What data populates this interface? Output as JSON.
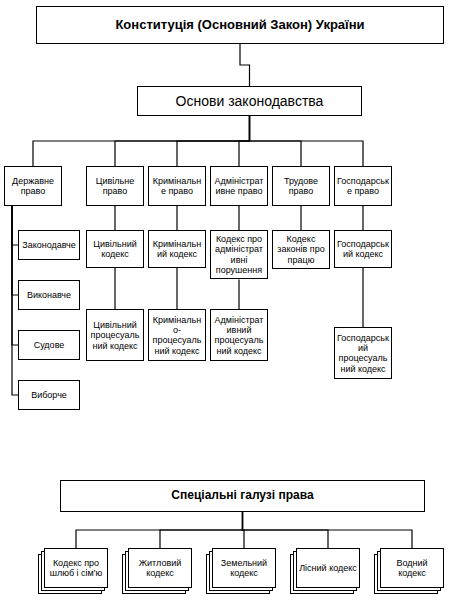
{
  "diagram": {
    "nodes": [
      {
        "text": [
          "Конституція (Основний Закон) України"
        ]
      },
      {
        "text": [
          "Основи законодавства"
        ]
      },
      {
        "text": [
          "Державне право"
        ]
      },
      {
        "text": [
          "Цивільне право"
        ]
      },
      {
        "text": [
          "Кримінальне право"
        ]
      },
      {
        "text": [
          "Адміністративне право"
        ]
      },
      {
        "text": [
          "Трудове право"
        ]
      },
      {
        "text": [
          "Господарське право"
        ]
      },
      {
        "text": [
          "Законодавче"
        ]
      },
      {
        "text": [
          "Виконавче"
        ]
      },
      {
        "text": [
          "Судове"
        ]
      },
      {
        "text": [
          "Виборче"
        ]
      },
      {
        "text": [
          "Цивільний кодекс"
        ]
      },
      {
        "text": [
          "Кримінальний кодекс"
        ]
      },
      {
        "text": [
          "Кодекс про адміністративні порушення"
        ]
      },
      {
        "text": [
          "Кодекс законів про працю"
        ]
      },
      {
        "text": [
          "Господарський кодекс"
        ]
      },
      {
        "text": [
          "Цивільний процесуальний кодекс"
        ]
      },
      {
        "text": [
          "Кримінально-процесуальний кодекс"
        ]
      },
      {
        "text": [
          "Адміністративний процесуальний кодекс"
        ]
      },
      {
        "text": [
          "Господарський процесуальний кодекс"
        ]
      },
      {
        "text": [
          "Спеціальні галузі права"
        ]
      },
      {
        "text": [
          "Кодекс про шлюб і сім'ю"
        ]
      },
      {
        "text": [
          "Житловий кодекс"
        ]
      },
      {
        "text": [
          "Земельний кодекс"
        ]
      },
      {
        "text": [
          "Лісний кодекс"
        ]
      },
      {
        "text": [
          "Водний кодекс"
        ]
      }
    ],
    "edges": [
      {
        "from": 0,
        "to": 1,
        "arrow": "none"
      },
      {
        "from": 1,
        "to": 2,
        "arrow": "none"
      },
      {
        "from": 1,
        "to": 3,
        "arrow": "none"
      },
      {
        "from": 1,
        "to": 4,
        "arrow": "none"
      },
      {
        "from": 1,
        "to": 5,
        "arrow": "none"
      },
      {
        "from": 1,
        "to": 6,
        "arrow": "none"
      },
      {
        "from": 1,
        "to": 7,
        "arrow": "none"
      },
      {
        "from": 2,
        "to": 8,
        "arrow": "none"
      },
      {
        "from": 2,
        "to": 9,
        "arrow": "none"
      },
      {
        "from": 2,
        "to": 10,
        "arrow": "none"
      },
      {
        "from": 2,
        "to": 11,
        "arrow": "none"
      },
      {
        "from": 3,
        "to": 12,
        "arrow": "none"
      },
      {
        "from": 12,
        "to": 17,
        "arrow": "none"
      },
      {
        "from": 4,
        "to": 13,
        "arrow": "none"
      },
      {
        "from": 13,
        "to": 18,
        "arrow": "none"
      },
      {
        "from": 5,
        "to": 14,
        "arrow": "none"
      },
      {
        "from": 14,
        "to": 19,
        "arrow": "none"
      },
      {
        "from": 6,
        "to": 15,
        "arrow": "none"
      },
      {
        "from": 7,
        "to": 16,
        "arrow": "none"
      },
      {
        "from": 16,
        "to": 20,
        "arrow": "none"
      },
      {
        "from": 21,
        "to": 22,
        "arrow": "none"
      },
      {
        "from": 21,
        "to": 23,
        "arrow": "none"
      },
      {
        "from": 21,
        "to": 24,
        "arrow": "none"
      },
      {
        "from": 21,
        "to": 25,
        "arrow": "none"
      },
      {
        "from": 21,
        "to": 26,
        "arrow": "none"
      }
    ]
  }
}
